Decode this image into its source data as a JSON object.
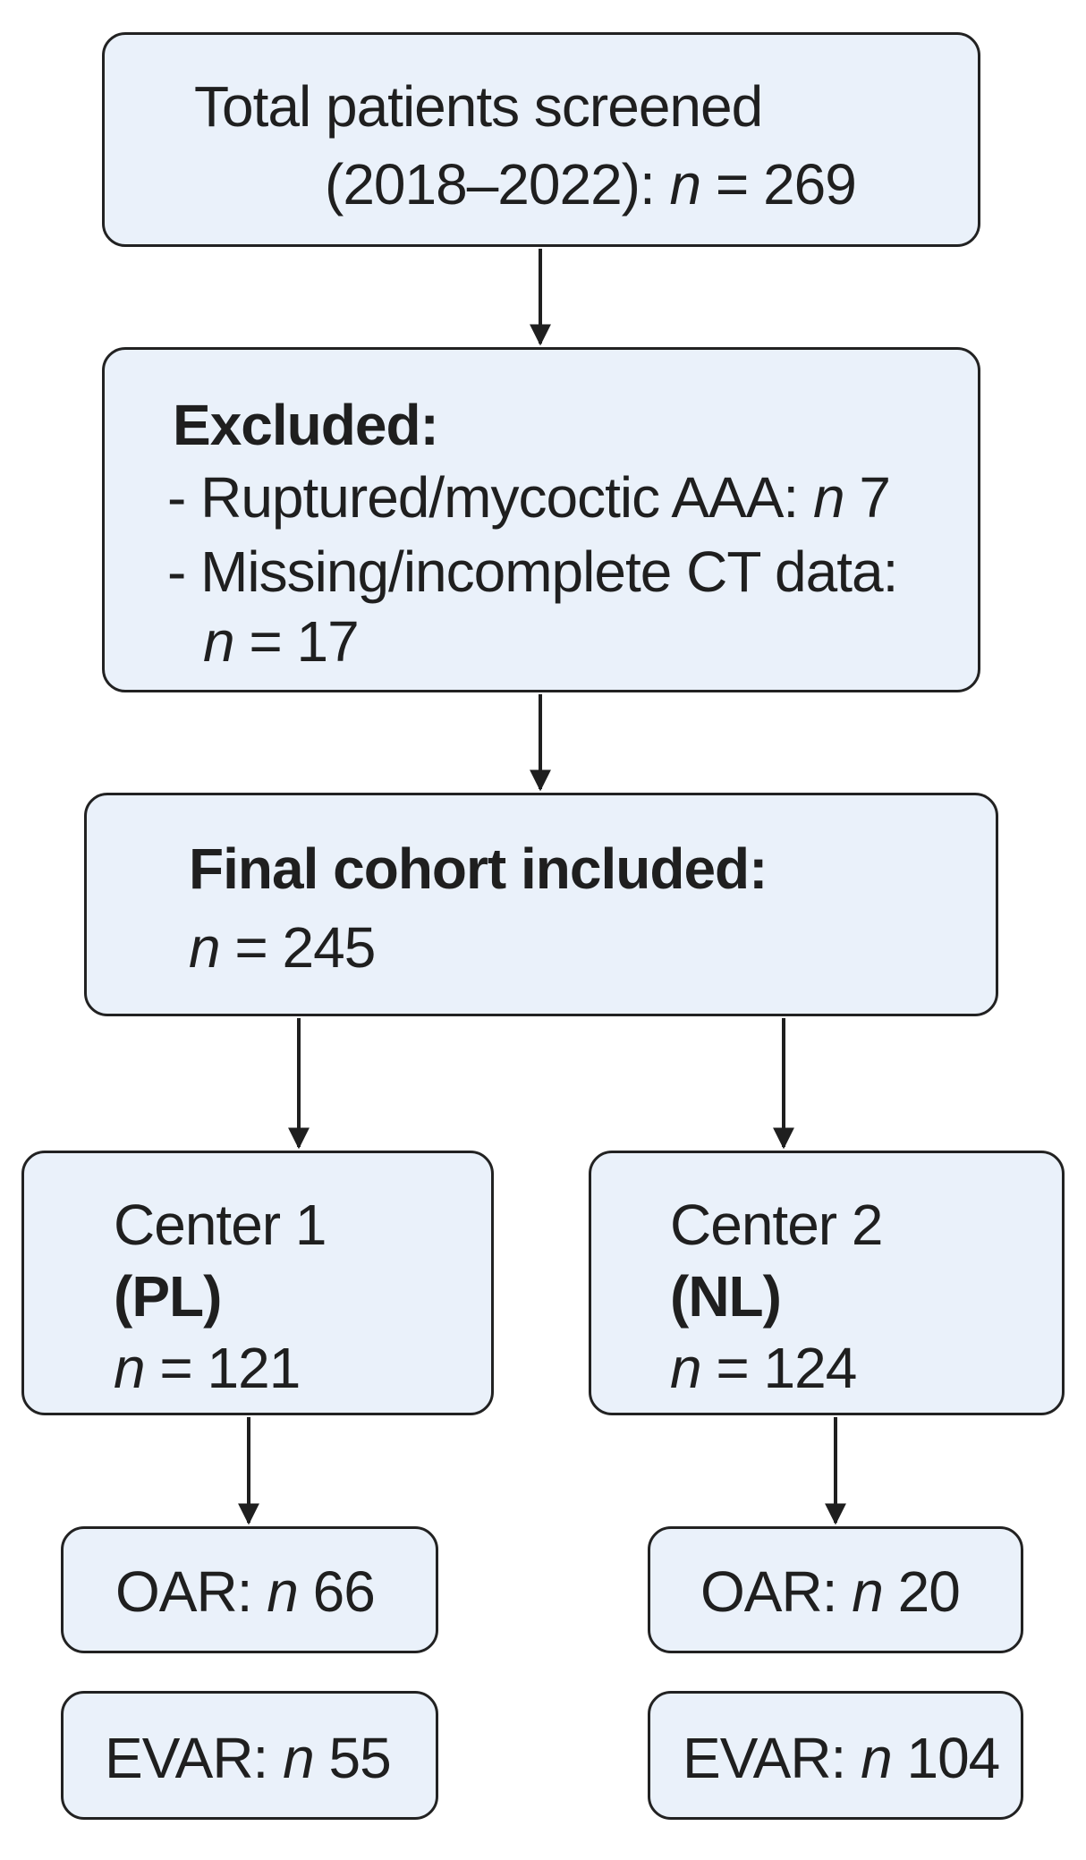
{
  "screened": {
    "line1": "Total patients screened",
    "line2_prefix": "(2018–2022):",
    "n_symbol": "n",
    "line2_suffix": "= 269"
  },
  "excluded": {
    "title": "Excluded:",
    "item1_prefix": "- Ruptured/mycoctic AAA:",
    "item1_n": "n",
    "item1_value": "7",
    "item2_text": "- Missing/incomplete CT data:",
    "item2_n": "n",
    "item2_value": "= 17"
  },
  "final": {
    "title": "Final cohort included:",
    "n_symbol": "n",
    "value": "= 245"
  },
  "center1": {
    "title": "Center 1",
    "country": "(PL)",
    "n_symbol": "n",
    "value": "= 121",
    "oar_label": "OAR:",
    "oar_n": "n",
    "oar_value": "66",
    "evar_label": "EVAR:",
    "evar_n": "n",
    "evar_value": "55"
  },
  "center2": {
    "title": "Center 2",
    "country": "(NL)",
    "n_symbol": "n",
    "value": "= 124",
    "oar_label": "OAR:",
    "oar_n": "n",
    "oar_value": "20",
    "evar_label": "EVAR:",
    "evar_n": "n",
    "evar_value": "104"
  },
  "colors": {
    "box_fill": "#eaf1fa",
    "border": "#222222",
    "text": "#1f1f1f",
    "arrow": "#1f1f1f"
  }
}
